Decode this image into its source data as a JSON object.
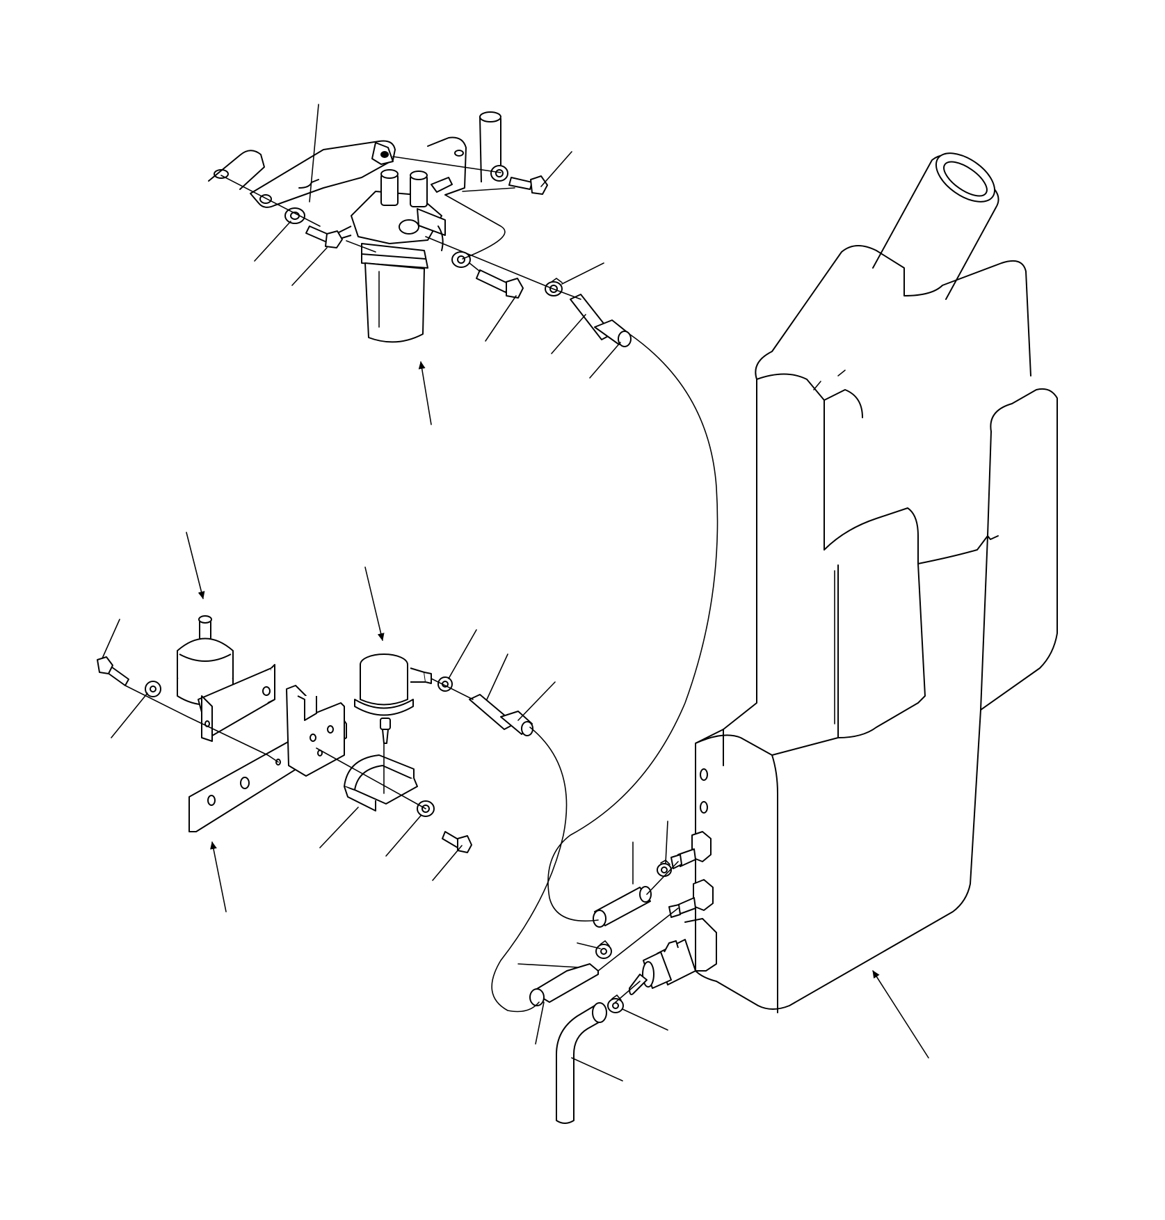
{
  "diagram": {
    "kind": "exploded-parts-view",
    "colors": {
      "line": "#000000",
      "background": "#ffffff"
    },
    "parts": [
      {
        "id": "fuel-tank",
        "icon": "tank-icon"
      },
      {
        "id": "filler-neck",
        "icon": "pipe-icon"
      },
      {
        "id": "water-separator",
        "icon": "filter-bowl-icon"
      },
      {
        "id": "separator-bracket",
        "icon": "bracket-icon"
      },
      {
        "id": "fuel-filter",
        "icon": "filter-icon"
      },
      {
        "id": "fuel-pump",
        "icon": "pump-icon"
      },
      {
        "id": "mounting-plate",
        "icon": "plate-icon"
      },
      {
        "id": "filter-clamp",
        "icon": "clamp-icon"
      },
      {
        "id": "bolts",
        "icon": "bolt-icon"
      },
      {
        "id": "washers",
        "icon": "washer-icon"
      },
      {
        "id": "hose-clips",
        "icon": "clip-icon"
      },
      {
        "id": "hose-sleeves",
        "icon": "sleeve-icon"
      },
      {
        "id": "fuel-hoses",
        "icon": "hose-icon"
      },
      {
        "id": "drain-cock",
        "icon": "valve-icon"
      },
      {
        "id": "elbow-hose",
        "icon": "elbow-icon"
      }
    ]
  }
}
